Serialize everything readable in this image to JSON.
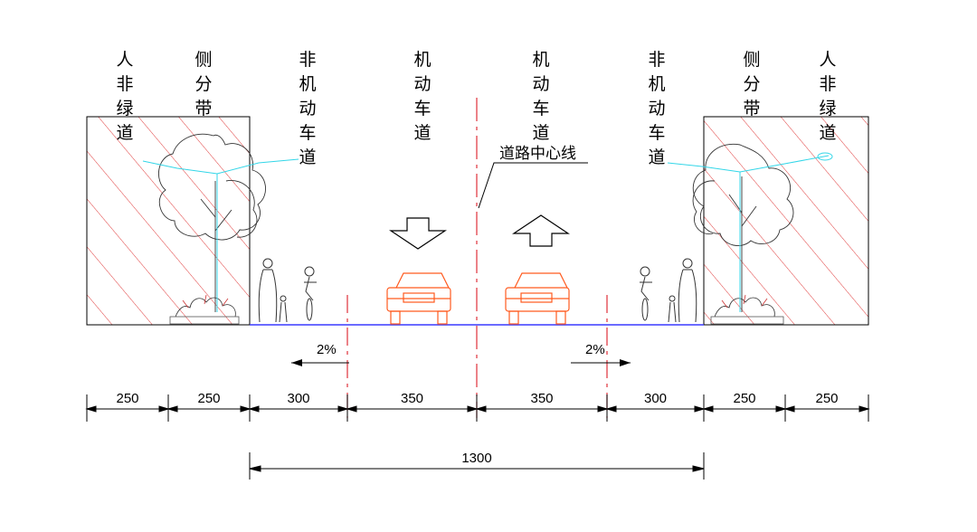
{
  "column_labels": {
    "left_sidewalk": "人非绿道",
    "left_median": "侧分带",
    "left_bike_lane": "非机动车道",
    "left_motor_lane": "机动车道",
    "right_motor_lane": "机动车道",
    "right_bike_lane": "非机动车道",
    "right_median": "侧分带",
    "right_sidewalk": "人非绿道"
  },
  "centerline_label": "道路中心线",
  "slopes": {
    "left": "2%",
    "right": "2%"
  },
  "dimensions": {
    "segments": [
      "250",
      "250",
      "300",
      "350",
      "350",
      "300",
      "250",
      "250"
    ],
    "total": "1300"
  },
  "colors": {
    "hatch": "#e03c3c",
    "centerline": "#e0303a",
    "vehicle": "#ff5a1e",
    "road_surface": "#3a3aff",
    "lamp": "#33d6e8",
    "outline": "#000000"
  },
  "icons": [
    "down-arrow-icon",
    "up-arrow-icon",
    "car-icon",
    "pedestrian-icon",
    "cyclist-icon",
    "tree-icon",
    "street-lamp-icon",
    "shrub-icon"
  ]
}
